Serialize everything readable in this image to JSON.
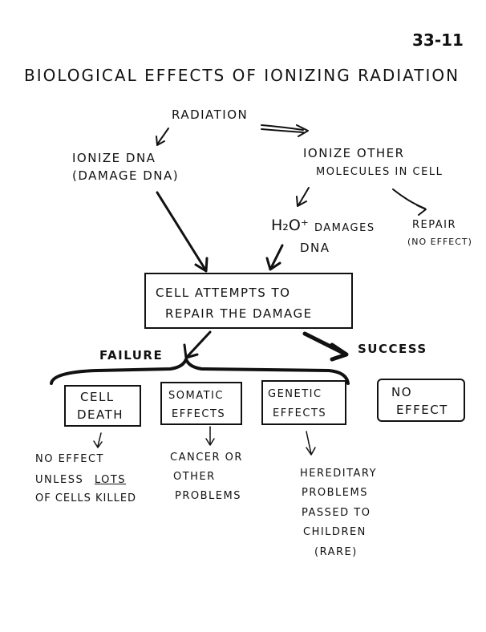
{
  "page_number": "33-11",
  "title": "Biological Effects of Ionizing Radiation",
  "root": "Radiation",
  "left_branch": {
    "line1": "Ionize DNA",
    "line2": "(Damage DNA)"
  },
  "right_branch": {
    "line1": "Ionize other",
    "line2": "molecules in cell"
  },
  "h2o": {
    "formula": "H₂O⁺",
    "line1": "damages",
    "line2": "DNA"
  },
  "repair": {
    "line1": "Repair",
    "line2": "(no effect)"
  },
  "center_box": {
    "line1": "Cell attempts to",
    "line2": "repair the damage"
  },
  "failure_label": "Failure",
  "success_label": "Success",
  "outcomes": {
    "cell_death": {
      "line1": "Cell",
      "line2": "death"
    },
    "somatic": {
      "line1": "Somatic",
      "line2": "effects"
    },
    "genetic": {
      "line1": "Genetic",
      "line2": "effects"
    },
    "no_effect": {
      "line1": "No",
      "line2": "effect"
    }
  },
  "notes": {
    "cell_death": {
      "line1": "No effect",
      "line2a": "unless",
      "line2b": "lots",
      "line3": "of cells killed"
    },
    "somatic": {
      "line1": "Cancer or",
      "line2": "other",
      "line3": "problems"
    },
    "genetic": {
      "line1": "Hereditary",
      "line2": "problems",
      "line3": "passed to",
      "line4": "children",
      "line5": "(rare)"
    }
  }
}
